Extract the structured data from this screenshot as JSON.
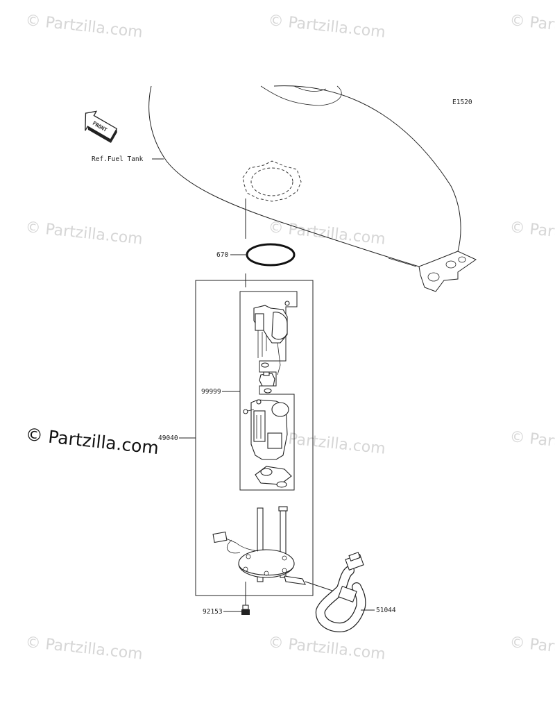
{
  "diagram_code": "E1520",
  "watermark_text": "© Partzilla.com",
  "front_arrow_label": "FRONT",
  "ref_label": "Ref.Fuel Tank",
  "parts": {
    "o_ring": "670",
    "kit": "99999",
    "pump_assy": "49040",
    "bolt": "92153",
    "hose": "51044"
  }
}
